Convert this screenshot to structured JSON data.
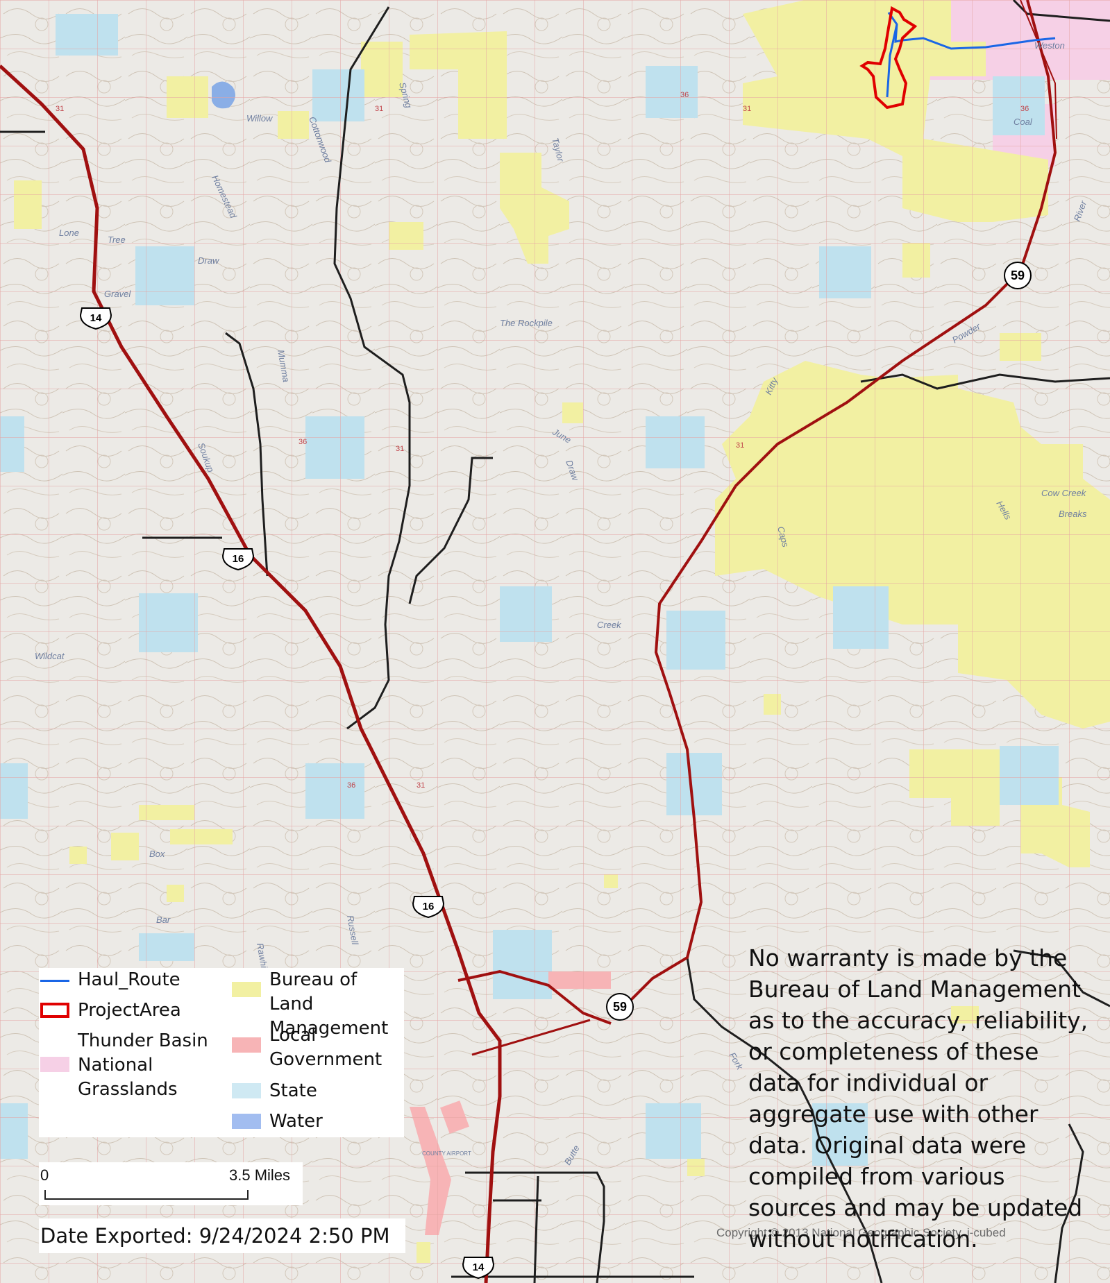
{
  "map": {
    "colors": {
      "blm": "#f2f0a2",
      "state": "#bfe1ee",
      "local_government": "#f7b4b6",
      "grasslands": "#f6d0e6",
      "water": "#8aaee6",
      "haul_route": "#1a66e6",
      "project_area": "#e00000",
      "highway": "#a01010",
      "road": "#1e1e1e"
    },
    "shields": [
      {
        "type": "us",
        "number": "14"
      },
      {
        "type": "us",
        "number": "16"
      },
      {
        "type": "us",
        "number": "16"
      },
      {
        "type": "us",
        "number": "14"
      },
      {
        "type": "state",
        "number": "59"
      },
      {
        "type": "state",
        "number": "59"
      }
    ],
    "place_labels": [
      "Weston",
      "The Rockpile",
      "COUNTY AIRPORT",
      "Gravel",
      "Cow Creek",
      "Powder",
      "Lone",
      "Tree",
      "Draw",
      "Creek",
      "Soukup",
      "Mumma",
      "Wildcat",
      "Box",
      "Bar",
      "Russell",
      "Rawhide",
      "Hells",
      "Breaks",
      "Caps",
      "Draw",
      "Taylor",
      "Spring",
      "Cottonwood",
      "Homestead",
      "June",
      "Willow",
      "Coal",
      "River",
      "Kitty",
      "Butte",
      "Fork"
    ]
  },
  "legend": {
    "items": [
      {
        "label": "Haul_Route",
        "symbol": "line"
      },
      {
        "label": "ProjectArea",
        "symbol": "outline"
      },
      {
        "label": "Thunder Basin\nNational\nGrasslands",
        "symbol": "grasslands"
      },
      {
        "label": "Bureau of Land\nManagement",
        "symbol": "blm"
      },
      {
        "label": "Local\nGovernment",
        "symbol": "local"
      },
      {
        "label": "State",
        "symbol": "state"
      },
      {
        "label": "Water",
        "symbol": "water"
      }
    ]
  },
  "scale": {
    "start": "0",
    "end": "3.5 Miles"
  },
  "date_exported": "Date Exported: 9/24/2024 2:50 PM",
  "disclaimer": "No warranty is made by the\nBureau of Land Management\nas to the accuracy, reliability,\nor completeness of these\ndata for individual or\naggregate use with other\ndata. Original data were\ncompiled from various\nsources and may be updated\nwithout notification.",
  "copyright": "Copyright:© 2013 National Geographic Society, i-cubed"
}
